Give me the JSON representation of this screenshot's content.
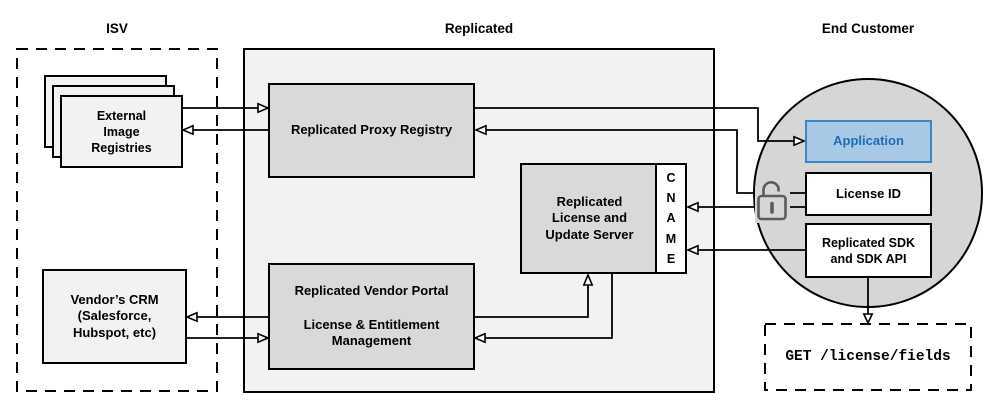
{
  "sections": {
    "isv": {
      "label": "ISV"
    },
    "replicated": {
      "label": "Replicated"
    },
    "end_customer": {
      "label": "End Customer"
    }
  },
  "nodes": {
    "external_registries": {
      "label": "External\nImage\nRegistries"
    },
    "vendors_crm": {
      "label": "Vendor’s CRM\n(Salesforce,\nHubspot, etc)"
    },
    "proxy_registry": {
      "label": "Replicated Proxy Registry"
    },
    "vendor_portal": {
      "label": "Replicated Vendor Portal\n\nLicense & Entitlement\nManagement"
    },
    "license_update_server": {
      "label": "Replicated\nLicense and\nUpdate Server"
    },
    "cname": {
      "label": "C\nN\nA\nM\nE"
    },
    "application": {
      "label": "Application"
    },
    "license_id": {
      "label": "License ID"
    },
    "replicated_sdk": {
      "label": "Replicated SDK\nand SDK API"
    },
    "get_request": {
      "label": "GET /license/fields"
    }
  },
  "icons": {
    "padlock": "unlocked-padlock"
  },
  "colors": {
    "node_gray": "#d9d9d9",
    "group_gray": "#f2f2f2",
    "circle_gray": "#d6d6d6",
    "application_fill": "#a7c9e6",
    "application_border": "#3c86c6",
    "application_text": "#1e6db3",
    "line": "#000000",
    "padlock": "#585c60"
  }
}
